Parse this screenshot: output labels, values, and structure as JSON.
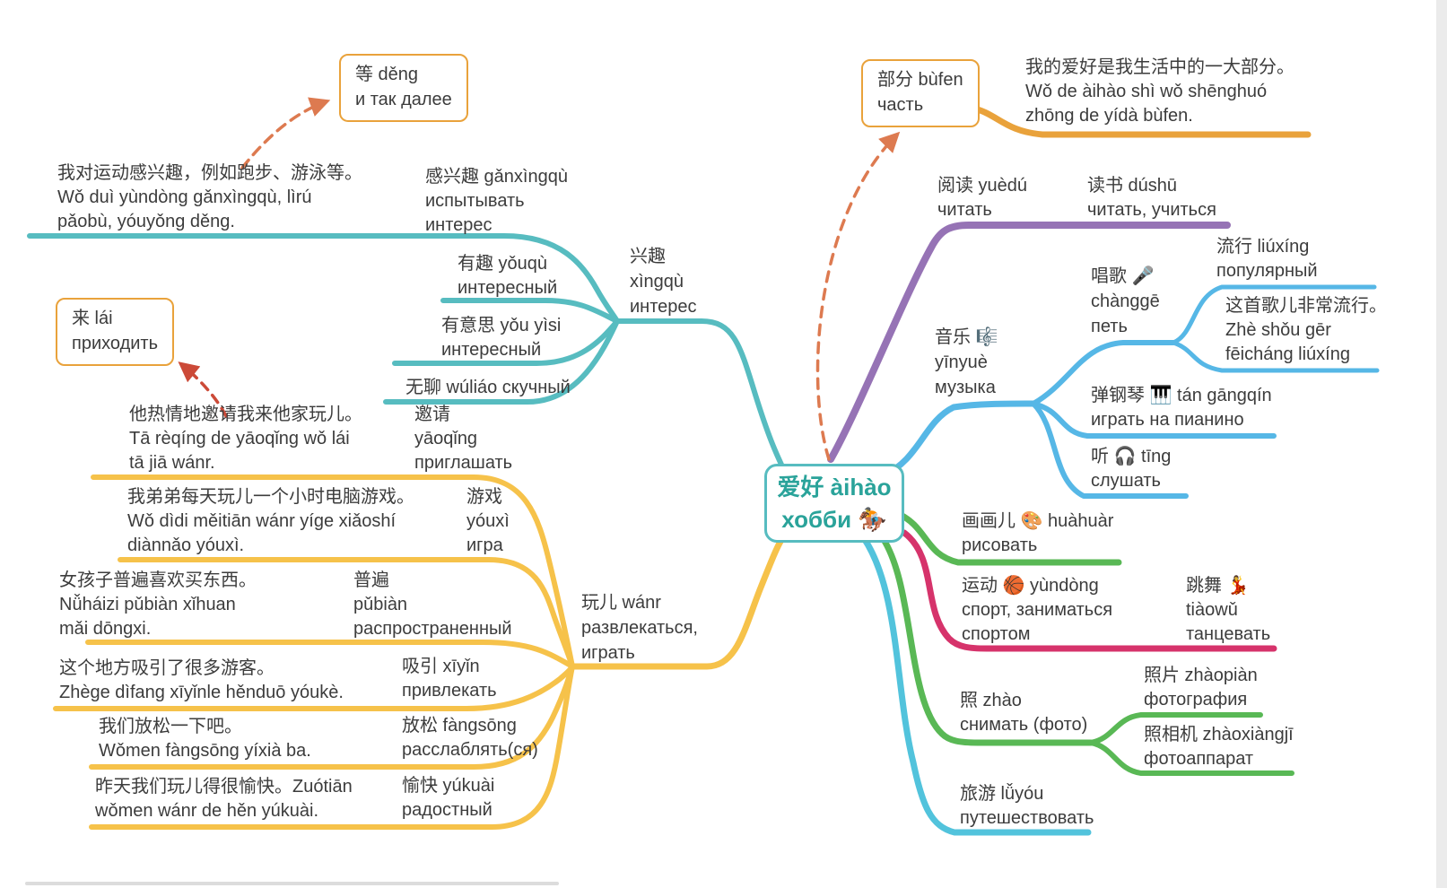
{
  "colors": {
    "teal": "#57bcc0",
    "teal_text": "#2aa39a",
    "yellow": "#f6c24a",
    "orange": "#e9a23b",
    "purple": "#9673b5",
    "blue": "#56b7e6",
    "cyan": "#52c3dc",
    "green": "#59b855",
    "pink": "#d6336b",
    "arrow_red": "#cc4a38",
    "arrow_orange": "#dd7a50"
  },
  "center": {
    "zh": "爱好 àihào",
    "ru": "хобби 🏇"
  },
  "callouts": {
    "deng": {
      "l1": "等 děng",
      "l2": "и так далее"
    },
    "lai": {
      "l1": "来 lái",
      "l2": "приходить"
    },
    "bufen": {
      "l1": "部分 bùfen",
      "l2": "часть"
    }
  },
  "left": {
    "xingqu": {
      "l1": "兴趣",
      "l2": "xìngqù",
      "l3": "интерес"
    },
    "ganxingqu": {
      "l1": "感兴趣 gǎnxìngqù",
      "l2": "испытывать",
      "l3": "интерес"
    },
    "ganxingqu_sent": {
      "l1": "我对运动感兴趣，例如跑步、游泳等。",
      "l2": "Wǒ duì yùndòng gǎnxìngqù, lìrú",
      "l3": "pǎobù, yóuyǒng děng."
    },
    "youqu": {
      "l1": "有趣 yǒuqù",
      "l2": "интересный"
    },
    "youyisi": {
      "l1": "有意思 yǒu yìsi",
      "l2": "интересный"
    },
    "wuliao": {
      "l1": "无聊 wúliáo скучный"
    },
    "wanr": {
      "l1": "玩儿 wánr",
      "l2": "развлекаться,",
      "l3": "играть"
    },
    "yaoqing": {
      "l1": "邀请",
      "l2": "yāoqǐng",
      "l3": "приглашать"
    },
    "yaoqing_sent": {
      "l1": "他热情地邀请我来他家玩儿。",
      "l2": "Tā rèqíng de yāoqǐng wǒ lái",
      "l3": "tā jiā wánr."
    },
    "youxi": {
      "l1": "游戏",
      "l2": "yóuxì",
      "l3": "игра"
    },
    "youxi_sent": {
      "l1": "我弟弟每天玩儿一个小时电脑游戏。",
      "l2": "Wǒ dìdi měitiān wánr yíge xiǎoshí",
      "l3": "diànnǎo yóuxì."
    },
    "pubian": {
      "l1": "普遍",
      "l2": "pǔbiàn",
      "l3": "распространенный"
    },
    "pubian_sent": {
      "l1": "女孩子普遍喜欢买东西。",
      "l2": "Nǚháizi pǔbiàn xǐhuan",
      "l3": "mǎi dōngxi."
    },
    "xiyin": {
      "l1": "吸引 xīyǐn",
      "l2": "привлекать"
    },
    "xiyin_sent": {
      "l1": "这个地方吸引了很多游客。",
      "l2": "Zhège dìfang xīyǐnle hěnduō yóukè."
    },
    "fangsong": {
      "l1": "放松 fàngsōng",
      "l2": "расслаблять(ся)"
    },
    "fangsong_sent": {
      "l1": "我们放松一下吧。",
      "l2": "Wǒmen fàngsōng yíxià ba."
    },
    "yukuai": {
      "l1": "愉快 yúkuài",
      "l2": "радостный"
    },
    "yukuai_sent": {
      "l1": "昨天我们玩儿得很愉快。Zuótiān",
      "l2": "wǒmen wánr de hěn yúkuài."
    }
  },
  "right": {
    "bufen_sent": {
      "l1": "我的爱好是我生活中的一大部分。",
      "l2": "Wǒ de àihào shì wǒ shēnghuó",
      "l3": "zhōng de yídà bùfen."
    },
    "yuedu": {
      "l1": "阅读 yuèdú",
      "l2": "читать"
    },
    "dushu": {
      "l1": "读书 dúshū",
      "l2": "читать, учиться"
    },
    "yinyue": {
      "l1": "音乐 🎼",
      "l2": "yīnyuè",
      "l3": "музыка"
    },
    "changge": {
      "l1": "唱歌 🎤",
      "l2": "chànggē",
      "l3": "петь"
    },
    "liuxing": {
      "l1": "流行 liúxíng",
      "l2": "популярный"
    },
    "liuxing_sent": {
      "l1": "这首歌儿非常流行。",
      "l2": "Zhè shǒu gēr",
      "l3": "fēicháng liúxíng"
    },
    "tangangqin": {
      "l1": "弹钢琴 🎹 tán gāngqín",
      "l2": "играть на пианино"
    },
    "ting": {
      "l1": "听 🎧 tīng",
      "l2": "слушать"
    },
    "huahuar": {
      "l1": "画画儿 🎨 huàhuàr",
      "l2": "рисовать"
    },
    "yundong": {
      "l1": "运动 🏀 yùndòng",
      "l2": "спорт, заниматься",
      "l3": "спортом"
    },
    "tiaowu": {
      "l1": "跳舞 💃",
      "l2": "tiàowǔ",
      "l3": "танцевать"
    },
    "zhao": {
      "l1": "照 zhào",
      "l2": "снимать (фото)"
    },
    "zhaopian": {
      "l1": "照片 zhàopiàn",
      "l2": "фотография"
    },
    "zhaoxiangji": {
      "l1": "照相机 zhàoxiàngjī",
      "l2": "фотоаппарат"
    },
    "lvyou": {
      "l1": "旅游 lǚyóu",
      "l2": "путешествовать"
    }
  }
}
